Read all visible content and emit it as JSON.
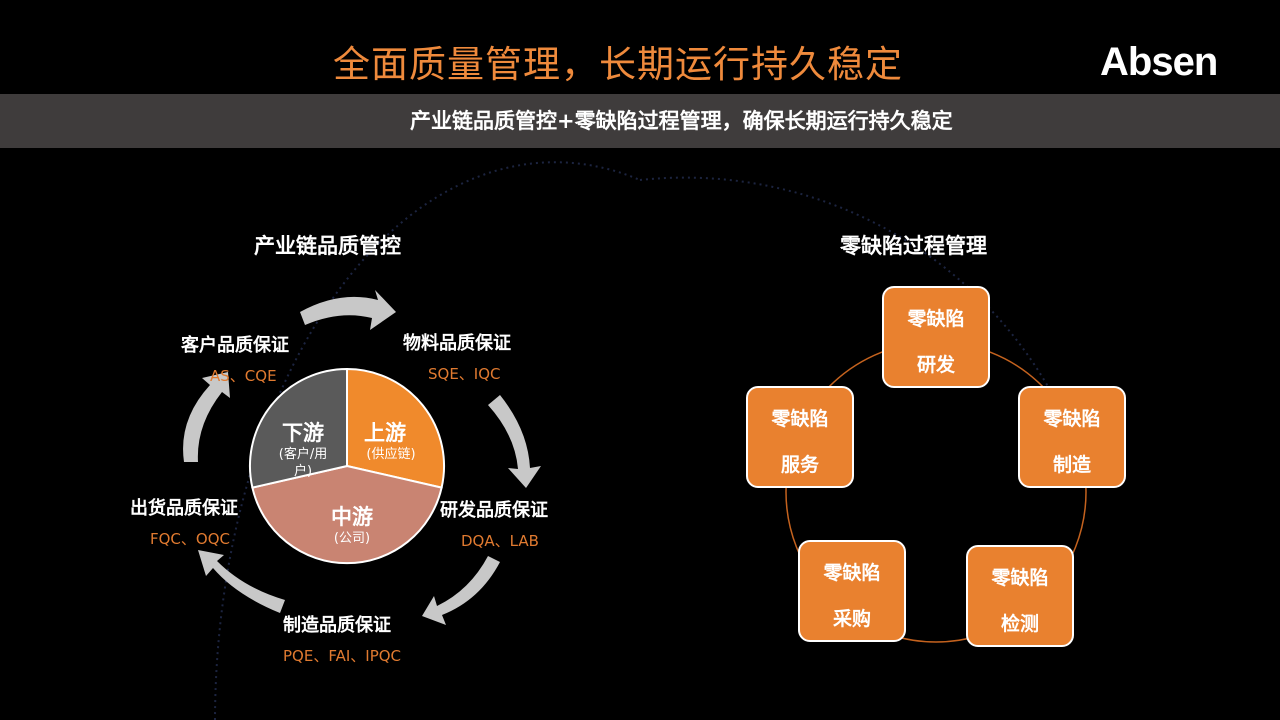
{
  "header": {
    "title": "全面质量管理，长期运行持久稳定",
    "logo_text": "Absen",
    "subtitle": "产业链品质管控+零缺陷过程管理，确保长期运行持久稳定"
  },
  "left_section": {
    "title": "产业链品质管控",
    "pie": {
      "upstream": {
        "label": "上游",
        "sub": "(供应链)"
      },
      "midstream": {
        "label": "中游",
        "sub": "(公司)"
      },
      "downstream": {
        "label": "下游",
        "sub": "(客户/用户)",
        "sub_line1": "(客户/用",
        "sub_line2": "户)"
      }
    },
    "cycle": [
      {
        "label": "物料品质保证",
        "sub": "SQE、IQC"
      },
      {
        "label": "研发品质保证",
        "sub": "DQA、LAB"
      },
      {
        "label": "制造品质保证",
        "sub": "PQE、FAI、IPQC"
      },
      {
        "label": "出货品质保证",
        "sub": "FQC、OQC"
      },
      {
        "label": "客户品质保证",
        "sub": "AS、CQE"
      }
    ]
  },
  "right_section": {
    "title": "零缺陷过程管理",
    "boxes": [
      {
        "line1": "零缺陷",
        "line2": "研发"
      },
      {
        "line1": "零缺陷",
        "line2": "制造"
      },
      {
        "line1": "零缺陷",
        "line2": "检测"
      },
      {
        "line1": "零缺陷",
        "line2": "采购"
      },
      {
        "line1": "零缺陷",
        "line2": "服务"
      }
    ]
  },
  "colors": {
    "accent": "#ef8a3c",
    "orange": "#f08a2c",
    "salmon": "#c98472",
    "gray": "#5a5a5a",
    "arrow": "#c8c8c8",
    "band": "#3f3c3c"
  }
}
